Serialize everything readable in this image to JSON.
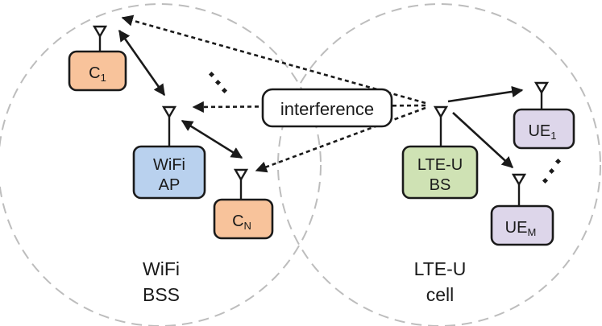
{
  "regions": {
    "wifi": {
      "line1": "WiFi",
      "line2": "BSS"
    },
    "lte": {
      "line1": "LTE-U",
      "line2": "cell"
    }
  },
  "nodes": {
    "c1": {
      "base": "C",
      "sub": "1",
      "fill": "#f8c39b"
    },
    "cn": {
      "base": "C",
      "sub": "N",
      "fill": "#f8c39b"
    },
    "wifi_ap": {
      "line1": "WiFi",
      "line2": "AP",
      "fill": "#b9d1ee"
    },
    "lte_bs": {
      "line1": "LTE-U",
      "line2": "BS",
      "fill": "#cfe2b4"
    },
    "ue1": {
      "base": "UE",
      "sub": "1",
      "fill": "#ddd6ea"
    },
    "uem": {
      "base": "UE",
      "sub": "M",
      "fill": "#ddd6ea"
    }
  },
  "interference": {
    "label": "interference"
  },
  "colors": {
    "stroke": "#1a1a1a",
    "circle": "#bdbdbd"
  }
}
